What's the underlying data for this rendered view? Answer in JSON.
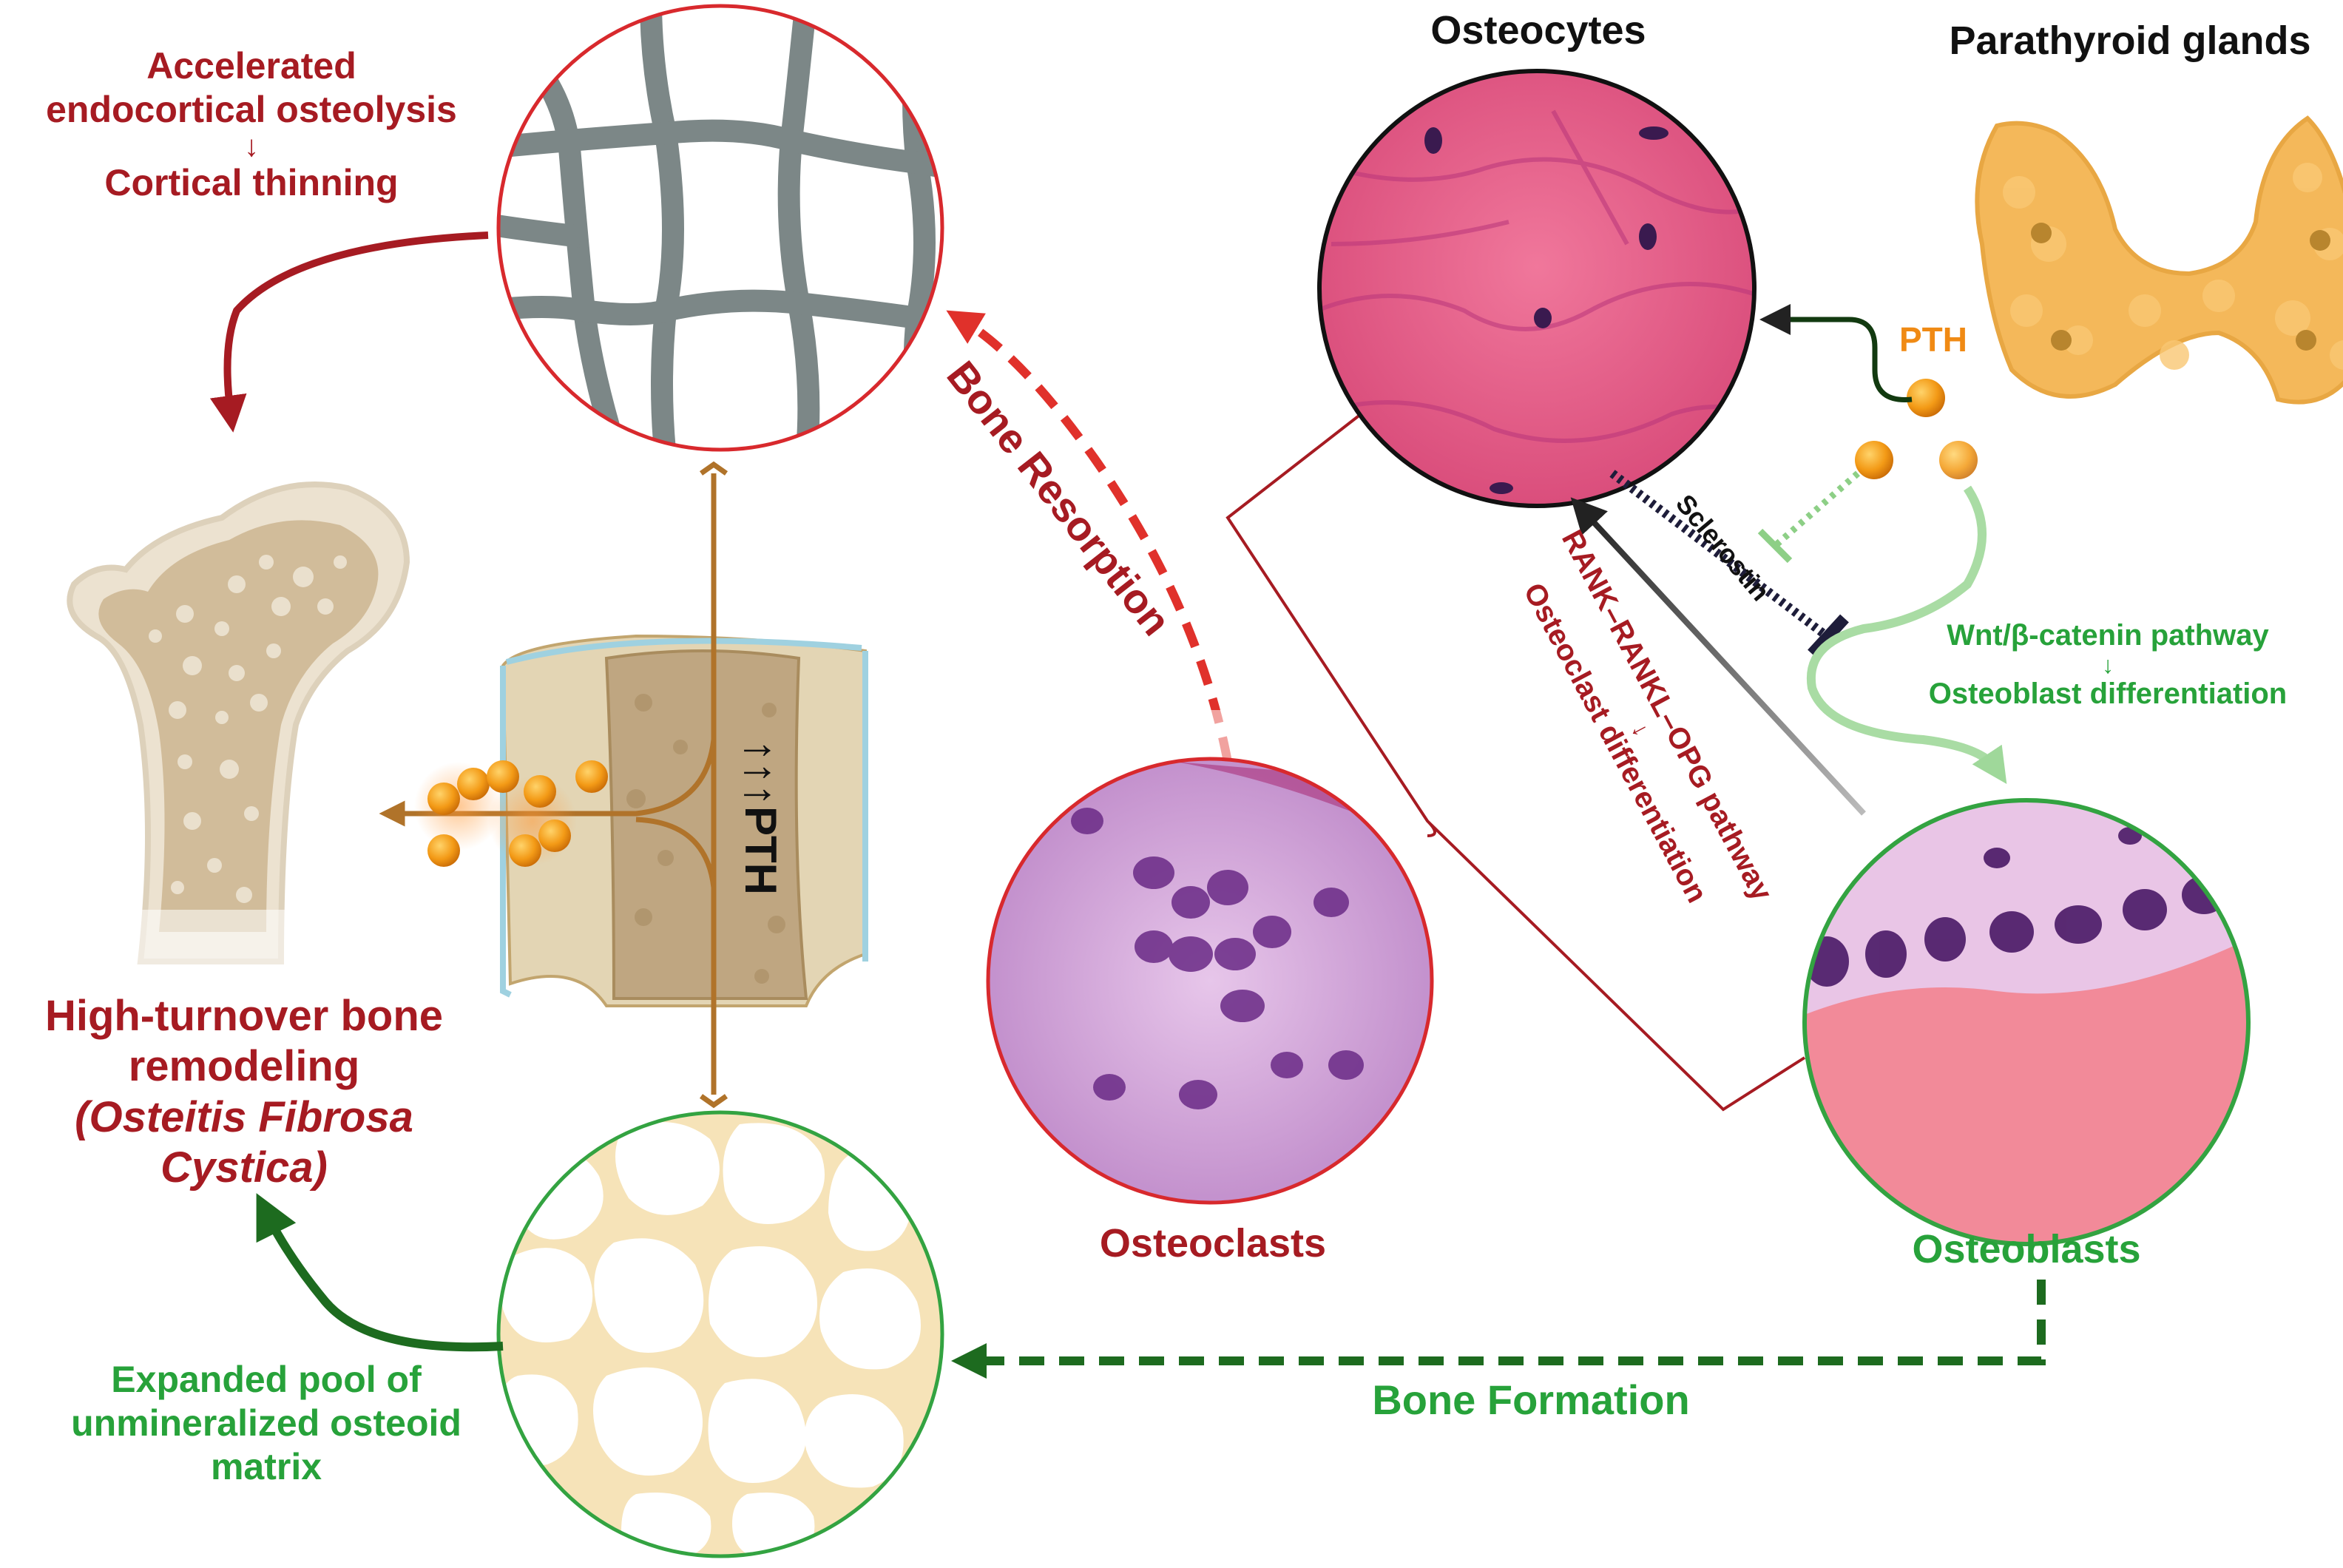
{
  "labels": {
    "accelerated": "Accelerated",
    "endocortical": "endocortical osteolysis",
    "down_arrow": "↓",
    "cortical_thinning": "Cortical thinning",
    "high_turnover_1": "High-turnover bone",
    "high_turnover_2": "remodeling",
    "ofc_1": "(Osteitis Fibrosa",
    "ofc_2": "Cystica)",
    "expanded_1": "Expanded pool of",
    "expanded_2": "unmineralized osteoid",
    "expanded_3": "matrix",
    "pth_column": "↑↑↑PTH",
    "bone_resorption": "Bone Resorption",
    "bone_formation": "Bone Formation",
    "osteocytes": "Osteocytes",
    "parathyroid": "Parathyroid glands",
    "pth": "PTH",
    "sclerostin": "Sclerostin",
    "rank_pathway": "RANK–RANKL–OPG pathway",
    "osteoclast_diff": "Osteoclast differentiation",
    "wnt_pathway": "Wnt/β-catenin pathway",
    "osteoblast_diff": "Osteoblast differentiation",
    "osteoclasts": "Osteoclasts",
    "osteoblasts": "Osteoblasts"
  },
  "colors": {
    "resorption_red": "#a61b22",
    "bright_red": "#e0312b",
    "formation_green": "#27a23a",
    "dark_green": "#1d6b1f",
    "pth_orange": "#f08a14",
    "cortical_grey": "#7c8787",
    "osteoid_beige": "#f4dfb1",
    "bone_tan": "#d9c49f",
    "signal_brown": "#b0732a"
  },
  "icons": {
    "osteocytes_micrograph": "osteocytes-histology-icon",
    "osteoclasts_micrograph": "osteoclasts-histology-icon",
    "osteoblasts_micrograph": "osteoblasts-histology-icon",
    "parathyroid": "parathyroid-gland-icon",
    "femur": "femur-bone-icon",
    "bone_cross_section": "bone-cross-section-icon",
    "cortical_network": "cortical-network-icon",
    "osteoid_network": "osteoid-network-icon"
  }
}
